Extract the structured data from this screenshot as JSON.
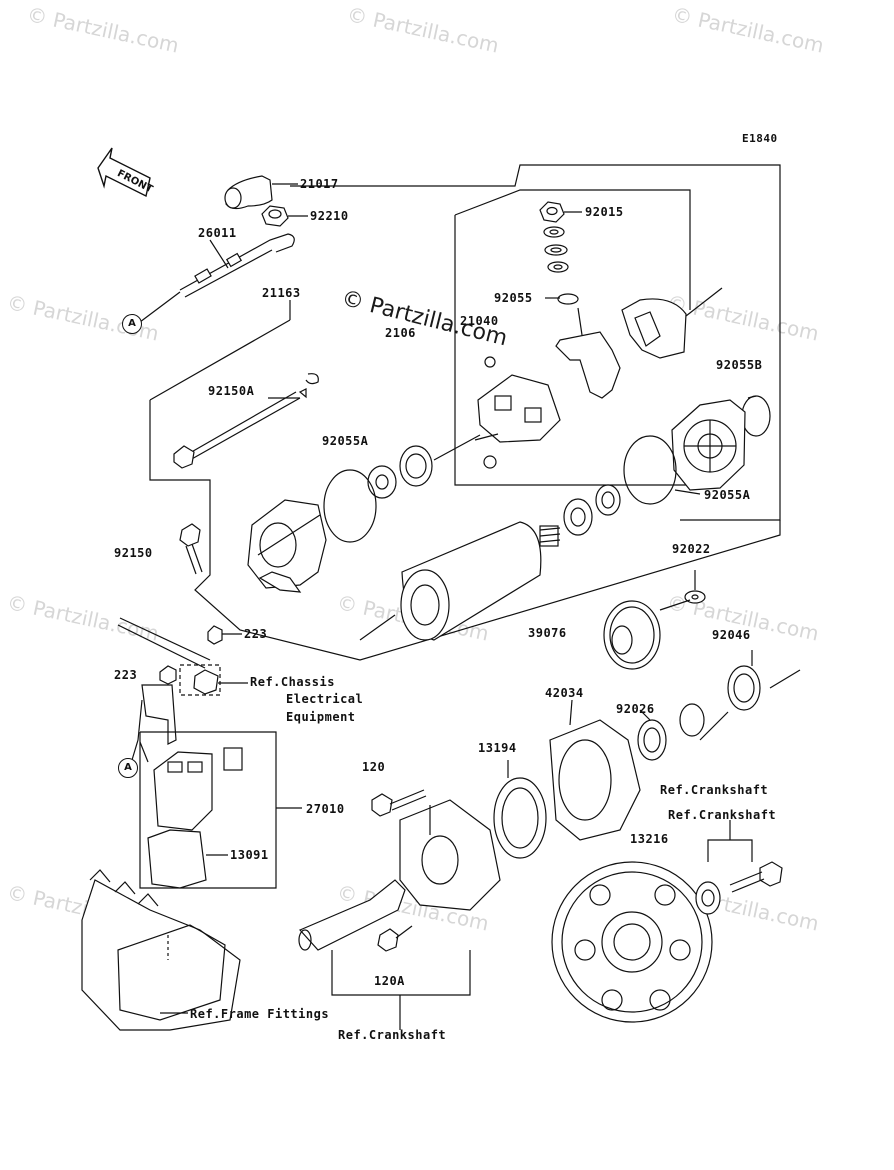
{
  "diagram_code": "E1840",
  "front_label": "FRONT",
  "watermark": "© Partzilla.com",
  "callout_letter": "A",
  "parts": {
    "p21017": "21017",
    "p92210": "92210",
    "p26011": "26011",
    "p21163": "21163",
    "p92015": "92015",
    "p92055": "92055",
    "p21040": "21040",
    "p21064": "2106",
    "p92055B": "92055B",
    "p92150A": "92150A",
    "p92055A_left": "92055A",
    "p92055A_right": "92055A",
    "p92150": "92150",
    "p92022": "92022",
    "p39076": "39076",
    "p223_top": "223",
    "p223_left": "223",
    "p92046": "92046",
    "p42034": "42034",
    "p92026": "92026",
    "p13194": "13194",
    "p120": "120",
    "p27010": "27010",
    "p13091": "13091",
    "p13216": "13216",
    "p120A": "120A"
  },
  "refs": {
    "chassis_line1": "Ref.Chassis",
    "chassis_line2": "Electrical",
    "chassis_line3": "Equipment",
    "crankshaft_1": "Ref.Crankshaft",
    "crankshaft_2": "Ref.Crankshaft",
    "crankshaft_3": "Ref.Crankshaft",
    "frame_fittings": "Ref.Frame Fittings"
  }
}
